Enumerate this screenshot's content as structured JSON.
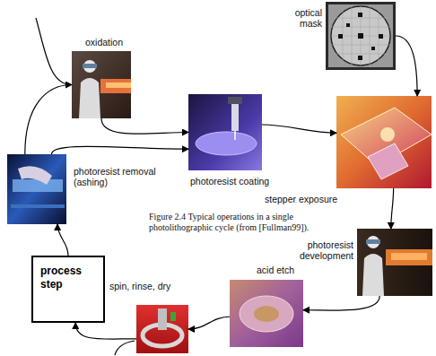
{
  "diagram": {
    "caption": "Figure 2.4 Typical operations in a single photolithographic cycle (from [Fullman99]).",
    "nodes": [
      {
        "text": [
          "oxidation"
        ]
      },
      {
        "text": [
          "optical mask"
        ]
      },
      {
        "text": [
          "photoresist coating"
        ]
      },
      {
        "text": [
          "stepper exposure"
        ]
      },
      {
        "text": [
          "photoresist removal (ashing)"
        ]
      },
      {
        "text": [
          "photoresist development"
        ]
      },
      {
        "text": [
          "acid etch"
        ]
      },
      {
        "text": [
          "spin, rinse, dry"
        ]
      },
      {
        "text": [
          "process step"
        ]
      }
    ],
    "edges": [
      {
        "from": 4,
        "to": 0,
        "arrow": "to"
      },
      {
        "from": 0,
        "to": 2,
        "arrow": "to"
      },
      {
        "from": 4,
        "to": 2,
        "arrow": "to"
      },
      {
        "from": 2,
        "to": 3,
        "arrow": "to"
      },
      {
        "from": 1,
        "to": 3,
        "arrow": "to"
      },
      {
        "from": 3,
        "to": 5,
        "arrow": "to"
      },
      {
        "from": 5,
        "to": 6,
        "arrow": "to"
      },
      {
        "from": 6,
        "to": 7,
        "arrow": "to"
      },
      {
        "from": 7,
        "to": 8,
        "arrow": "to"
      },
      {
        "from": 8,
        "to": 4,
        "arrow": "to"
      }
    ]
  }
}
